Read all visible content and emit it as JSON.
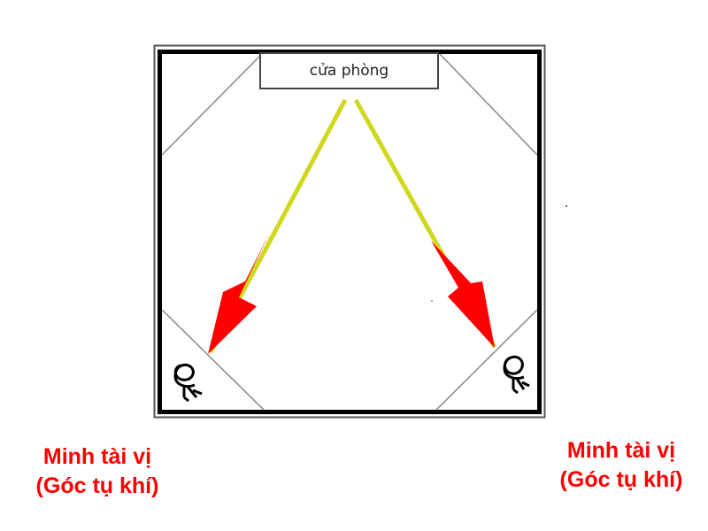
{
  "door": {
    "label": "cửa phòng"
  },
  "wealth_positions": [
    {
      "line1": "Minh tài vị",
      "line2": "(Góc tụ khí)"
    },
    {
      "line1": "Minh tài vị",
      "line2": "(Góc tụ khí)"
    }
  ],
  "colors": {
    "wall": "#000000",
    "diagonal": "#888888",
    "flow_line": "#cfd81c",
    "arrow": "#ff0000",
    "label_text": "#ff0000"
  },
  "icons": [
    "wealth-spiral-icon",
    "wealth-spiral-icon"
  ]
}
